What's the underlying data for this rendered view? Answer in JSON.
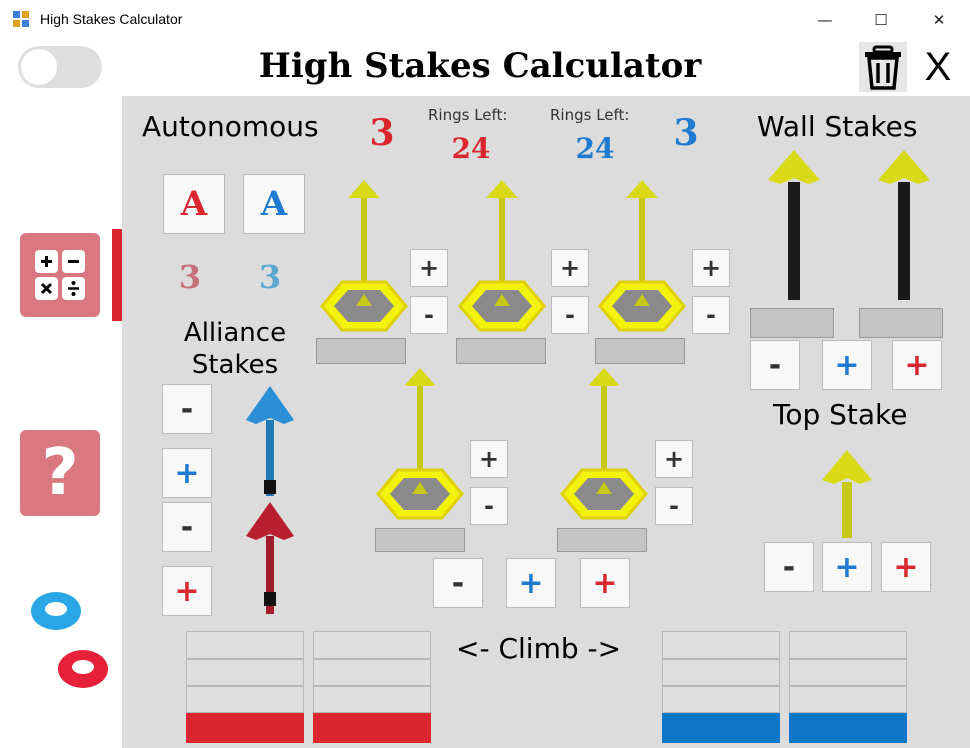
{
  "window": {
    "title": "High Stakes Calculator",
    "minimize_glyph": "—",
    "maximize_glyph": "☐",
    "close_glyph": "✕"
  },
  "header": {
    "title": "High Stakes Calculator",
    "close_glyph": "X",
    "trash_icon": "trash-icon"
  },
  "colors": {
    "red": "#d9262f",
    "blue": "#1e7bd1",
    "panel": "#dcdcdc",
    "nav": "#d9787e",
    "stake": "#d9d916"
  },
  "nav": {
    "calculator_icon": "calculator-icon",
    "help_icon": "help-icon",
    "help_glyph": "?"
  },
  "autonomous": {
    "label": "Autonomous",
    "red_score": "3",
    "blue_score": "3",
    "red_button": "A",
    "blue_button": "A",
    "red_count": "3",
    "blue_count": "3"
  },
  "rings_left": {
    "label_red": "Rings Left:",
    "label_blue": "Rings Left:",
    "red": "24",
    "blue": "24"
  },
  "alliance_stakes": {
    "label_line1": "Alliance",
    "label_line2": "Stakes",
    "minus": "-",
    "plus": "+"
  },
  "wall_stakes": {
    "label": "Wall Stakes",
    "minus": "-",
    "plus": "+"
  },
  "top_stake": {
    "label": "Top Stake",
    "minus": "-",
    "plus": "+"
  },
  "mobile_goals": {
    "plus": "+",
    "minus": "-"
  },
  "climb": {
    "label": "<- Climb ->"
  }
}
